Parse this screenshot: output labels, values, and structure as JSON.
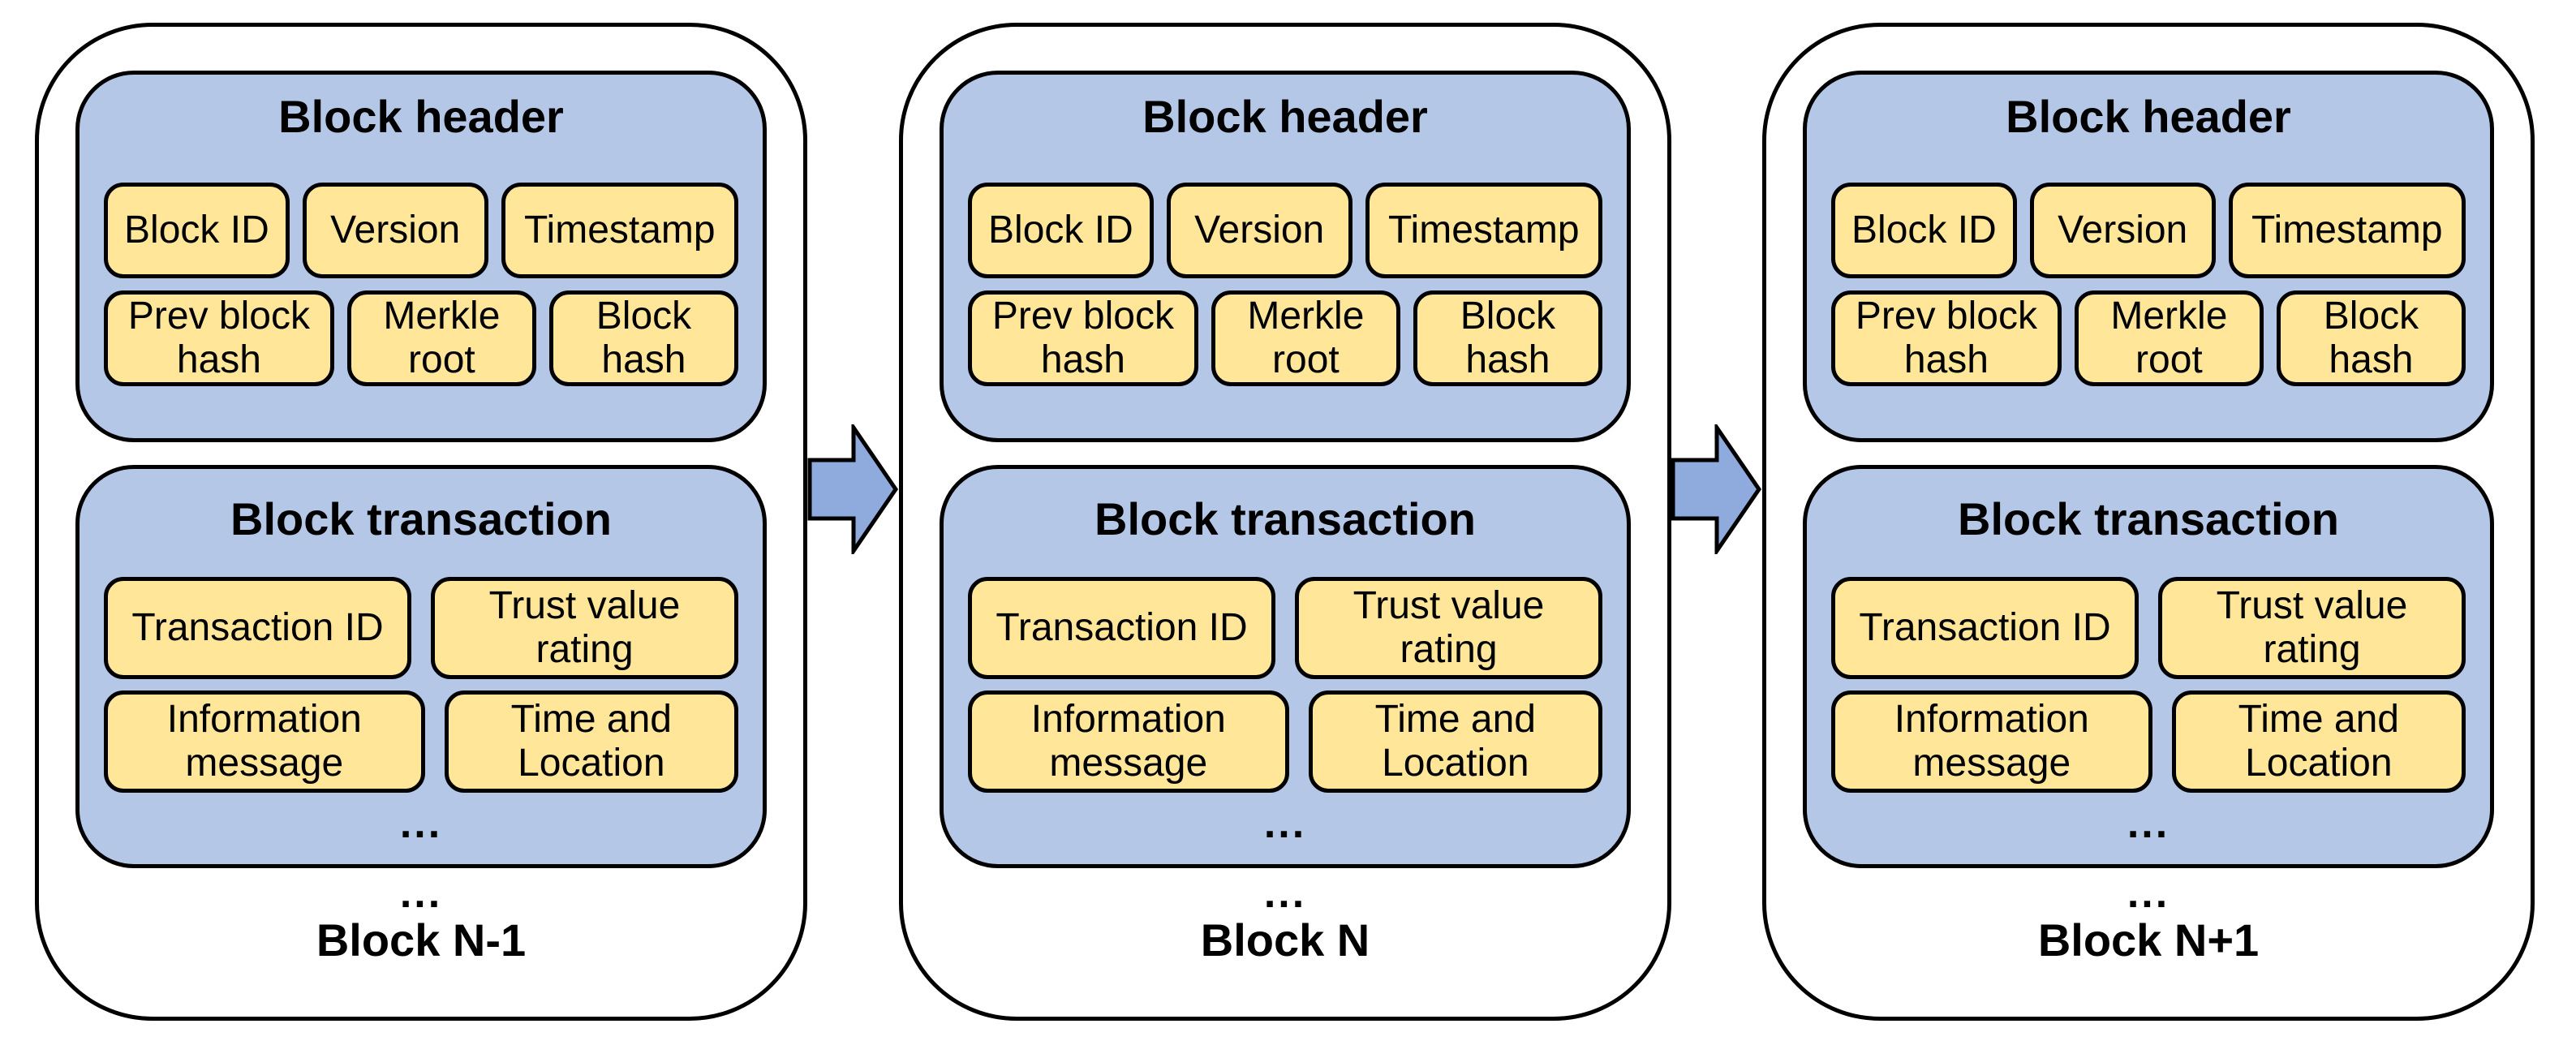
{
  "diagram": {
    "colors": {
      "background": "#ffffff",
      "panel": "#b4c7e7",
      "cell": "#ffe699",
      "arrow": "#8faadc",
      "outline": "#000000"
    },
    "icons": {
      "arrow": "right-block-arrow-icon"
    },
    "blocks": [
      {
        "label": "Block N-1",
        "more": "...",
        "header": {
          "title": "Block header",
          "rows": [
            [
              "Block ID",
              "Version",
              "Timestamp"
            ],
            [
              "Prev block hash",
              "Merkle root",
              "Block hash"
            ]
          ]
        },
        "transaction": {
          "title": "Block transaction",
          "rows": [
            [
              "Transaction ID",
              "Trust value rating"
            ],
            [
              "Information message",
              "Time and Location"
            ]
          ],
          "more": "..."
        }
      },
      {
        "label": "Block N",
        "more": "...",
        "header": {
          "title": "Block header",
          "rows": [
            [
              "Block ID",
              "Version",
              "Timestamp"
            ],
            [
              "Prev block hash",
              "Merkle root",
              "Block hash"
            ]
          ]
        },
        "transaction": {
          "title": "Block transaction",
          "rows": [
            [
              "Transaction ID",
              "Trust value rating"
            ],
            [
              "Information message",
              "Time and Location"
            ]
          ],
          "more": "..."
        }
      },
      {
        "label": "Block N+1",
        "more": "...",
        "header": {
          "title": "Block header",
          "rows": [
            [
              "Block ID",
              "Version",
              "Timestamp"
            ],
            [
              "Prev block hash",
              "Merkle root",
              "Block hash"
            ]
          ]
        },
        "transaction": {
          "title": "Block transaction",
          "rows": [
            [
              "Transaction ID",
              "Trust value rating"
            ],
            [
              "Information message",
              "Time and Location"
            ]
          ],
          "more": "..."
        }
      }
    ]
  }
}
